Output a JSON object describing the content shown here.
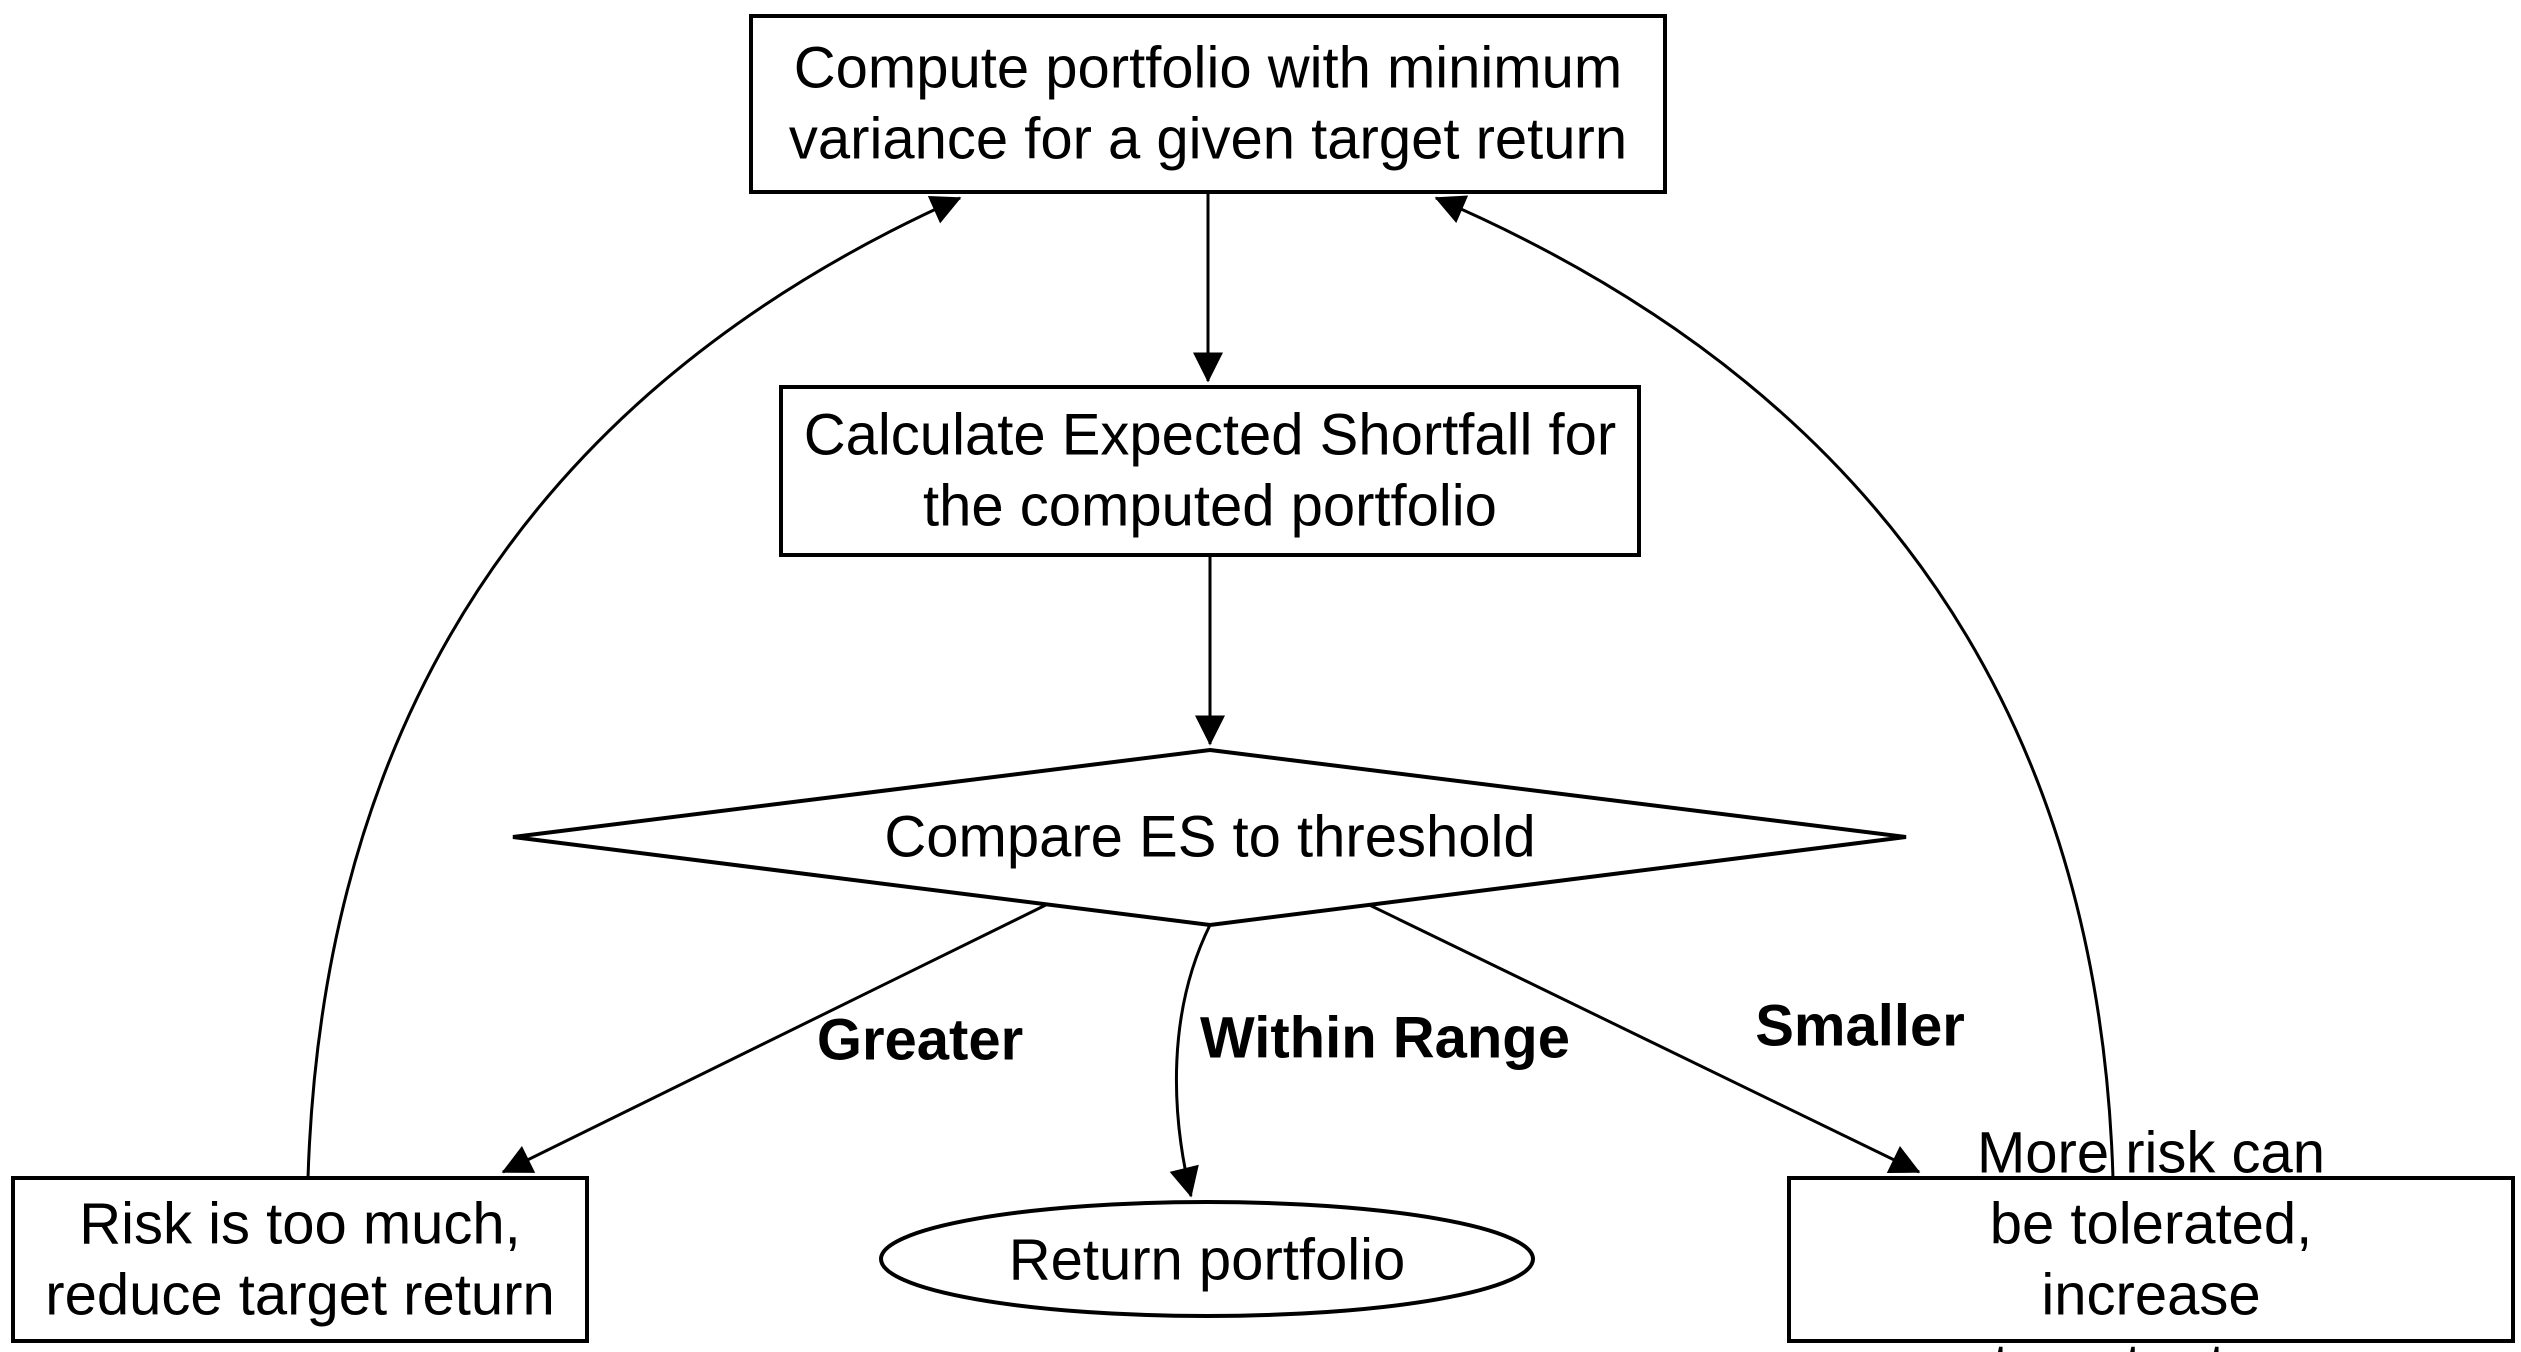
{
  "diagram": {
    "type": "flowchart",
    "background_color": "#ffffff",
    "stroke_color": "#000000",
    "text_color": "#000000",
    "nodes": {
      "compute_portfolio": {
        "shape": "rectangle",
        "label": "Compute portfolio with minimum\nvariance for a given target return"
      },
      "calculate_es": {
        "shape": "rectangle",
        "label": "Calculate Expected Shortfall for\nthe computed portfolio"
      },
      "compare_es": {
        "shape": "diamond",
        "label": "Compare ES to threshold"
      },
      "risk_too_much": {
        "shape": "rectangle",
        "label": "Risk is too much,\nreduce target return"
      },
      "return_portfolio": {
        "shape": "ellipse",
        "label": "Return portfolio"
      },
      "more_risk": {
        "shape": "rectangle",
        "label": "More risk can be tolerated,\nincrease target return"
      }
    },
    "edge_labels": {
      "greater": "Greater",
      "within_range": "Within Range",
      "smaller": "Smaller"
    }
  }
}
